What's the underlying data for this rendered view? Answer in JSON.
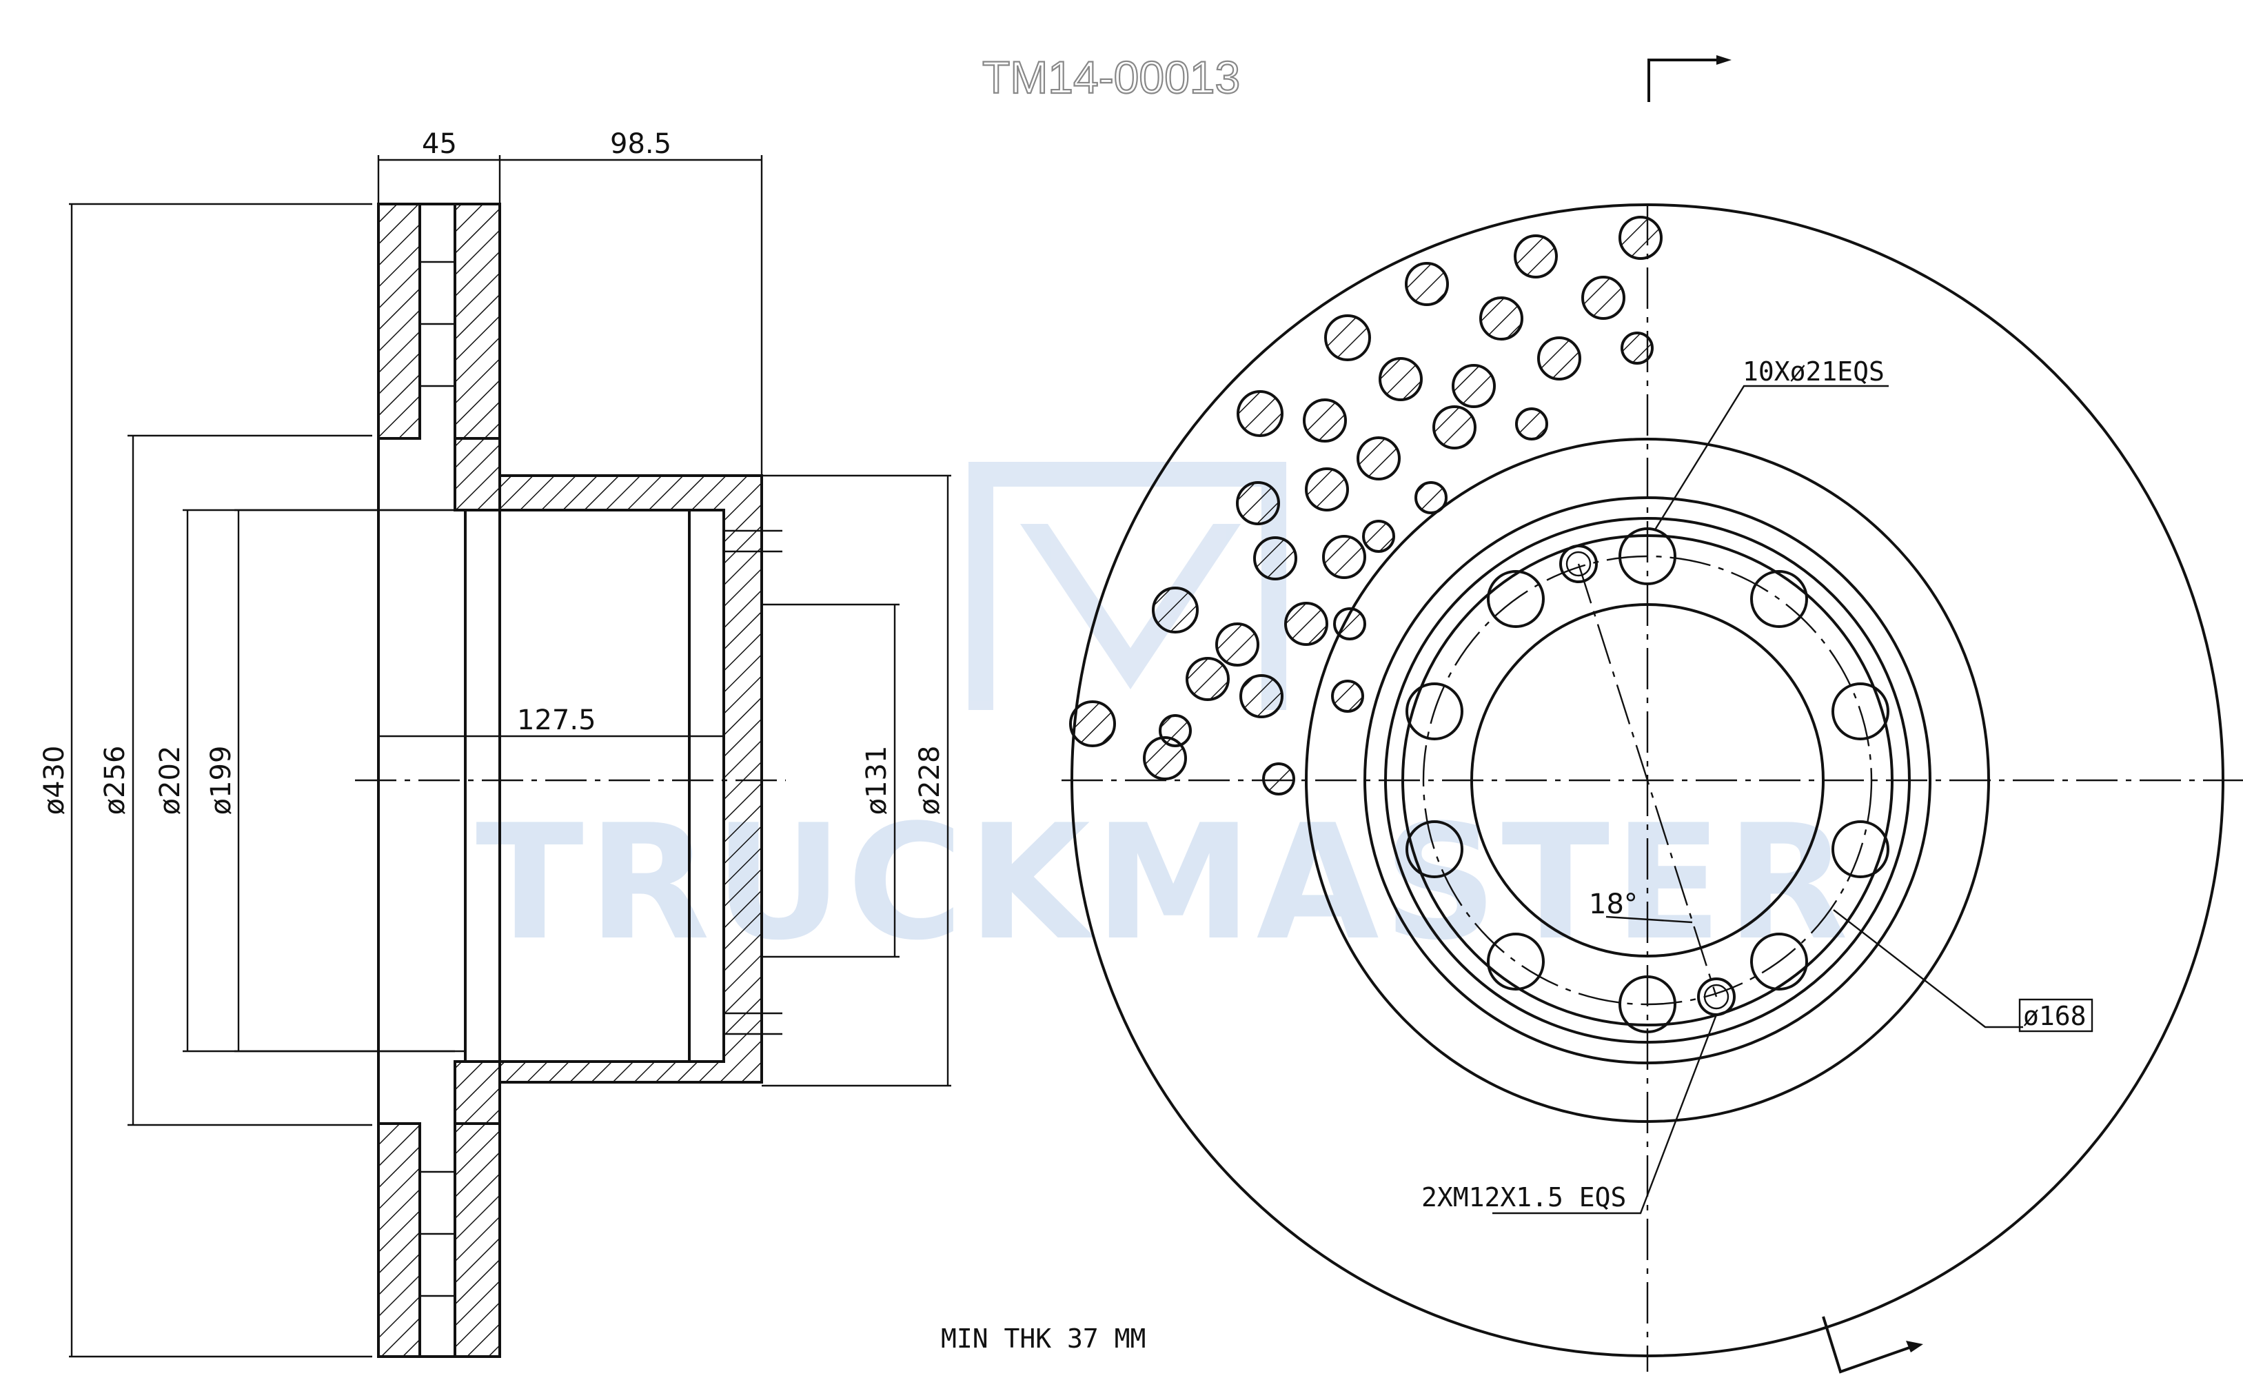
{
  "title": "TM14-00013",
  "watermark": "TRUCKMASTER",
  "dimensions": {
    "width_outer": "45",
    "hat_depth": "98.5",
    "overall_height": "127.5",
    "dia_outer": "ø430",
    "dia_256": "ø256",
    "dia_202": "ø202",
    "dia_199": "ø199",
    "dia_131": "ø131",
    "dia_228": "ø228"
  },
  "front_view": {
    "bolt_holes": "10Xø21EQS",
    "threaded_holes": "2XM12X1.5 EQS",
    "angle": "18°",
    "pcd": "ø168"
  },
  "note": "MIN THK 37  MM",
  "colors": {
    "watermark": "#dbe6f4",
    "line": "#111111"
  }
}
